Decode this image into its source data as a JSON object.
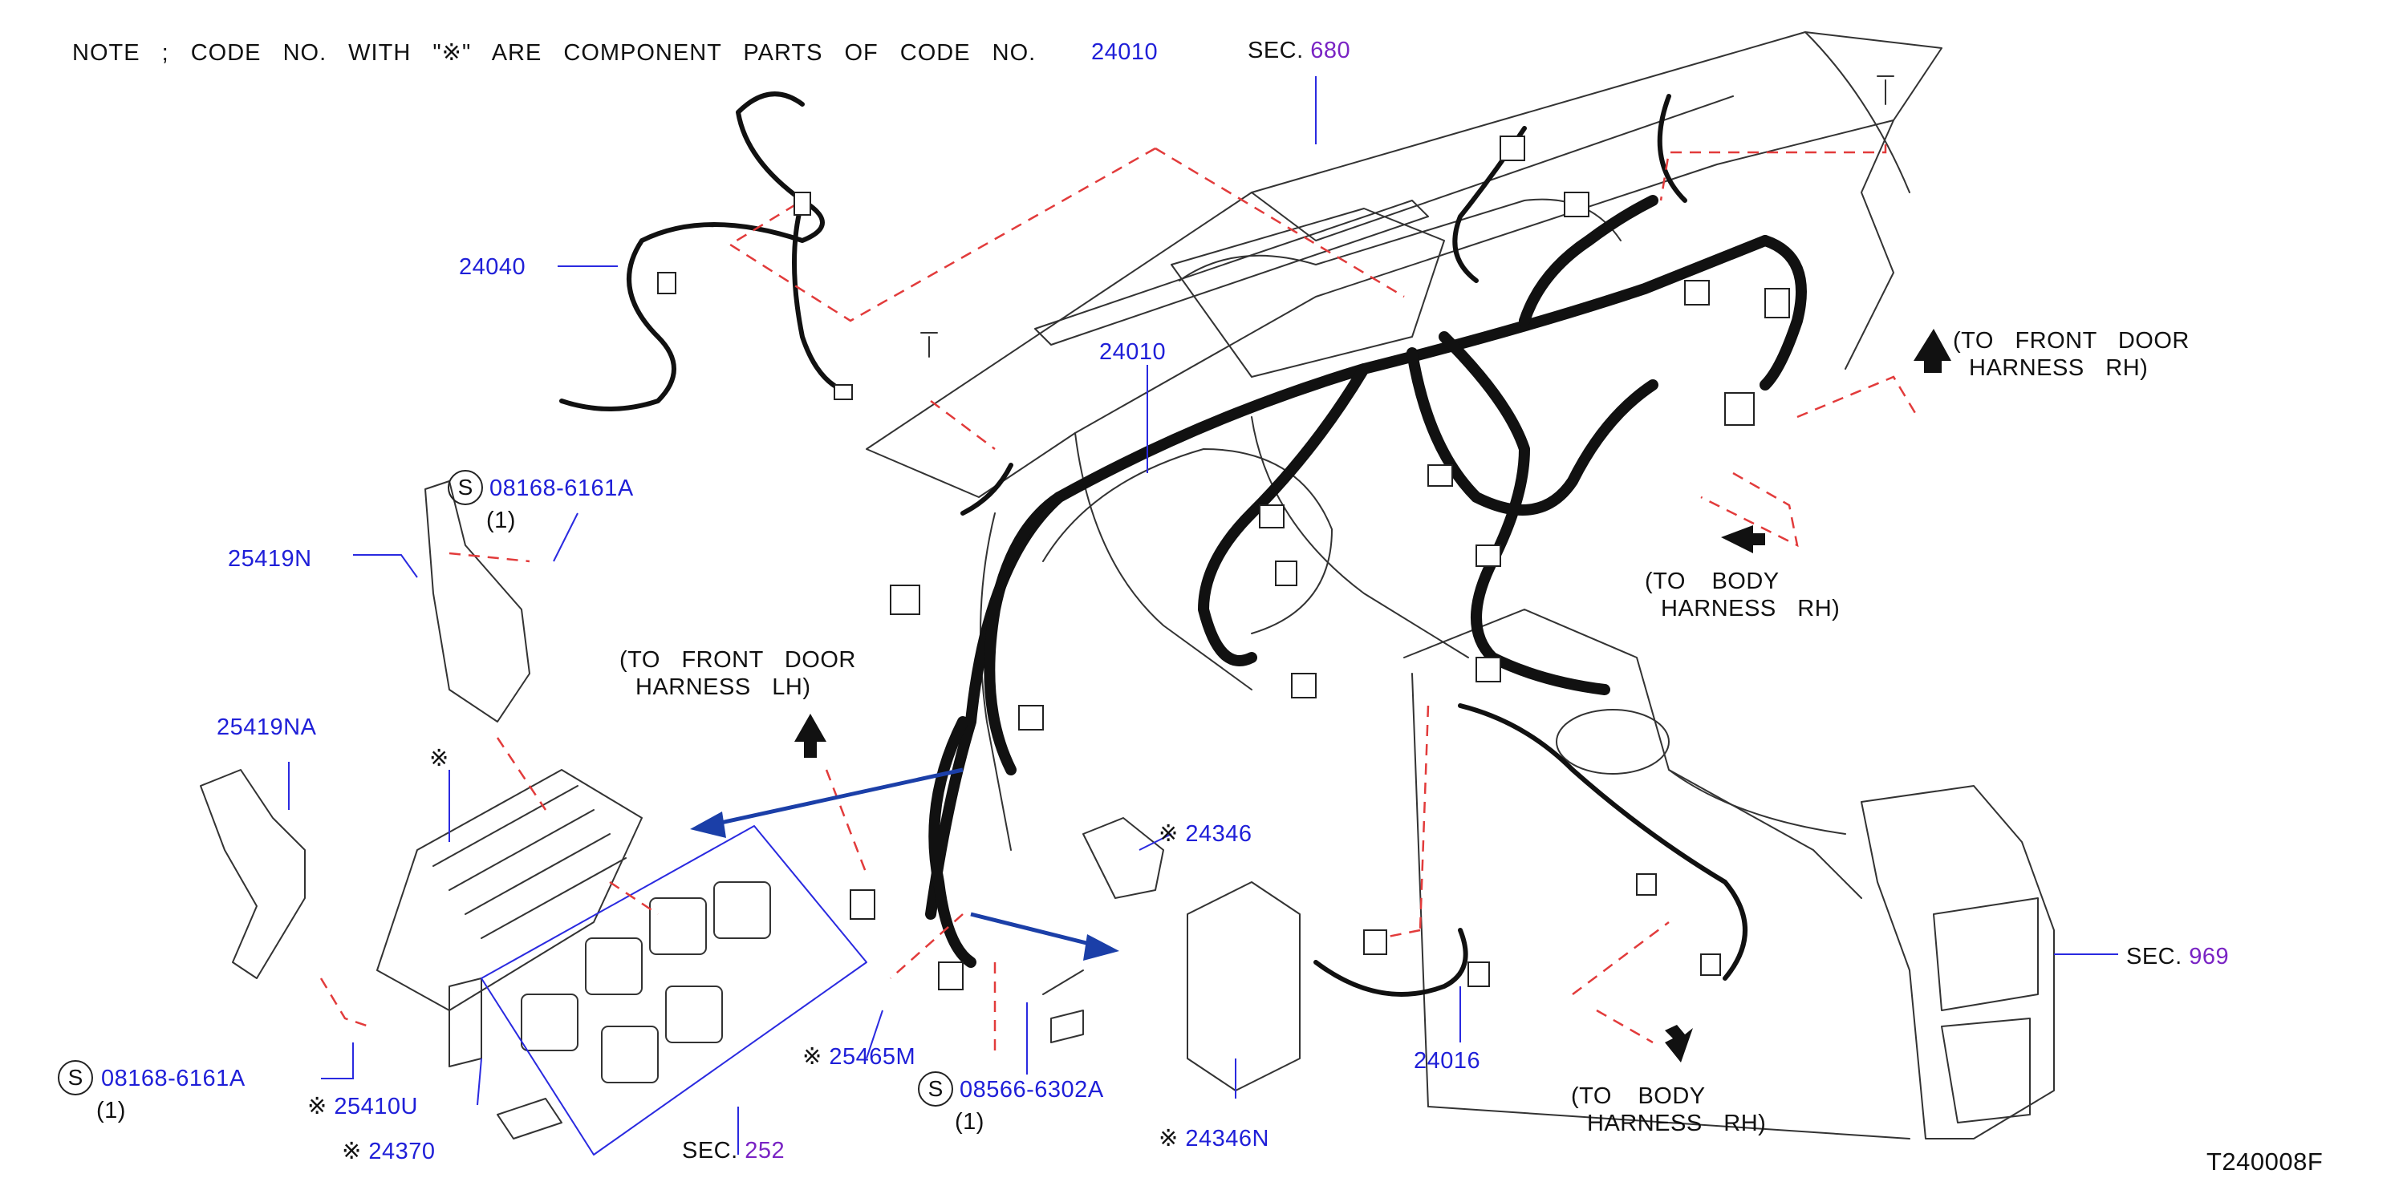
{
  "note": {
    "prefix": "NOTE ; CODE NO. WITH \"",
    "mark": "※",
    "suffix": "\" ARE COMPONENT PARTS OF CODE NO.",
    "code": "24010"
  },
  "drawing_id": "T240008F",
  "sections": [
    {
      "prefix": "SEC.",
      "number": "680"
    },
    {
      "prefix": "SEC.",
      "number": "252"
    },
    {
      "prefix": "SEC.",
      "number": "969"
    }
  ],
  "parts": {
    "p24040": "24040",
    "p24010": "24010",
    "p25419N": "25419N",
    "p25419NA": "25419NA",
    "p08168_top": "08168-6161A",
    "p08168_top_qty": "(1)",
    "p08168_bot": "08168-6161A",
    "p08168_bot_qty": "(1)",
    "p25410U": "25410U",
    "p24370": "24370",
    "p25465M": "25465M",
    "p08566": "08566-6302A",
    "p08566_qty": "(1)",
    "p24346": "24346",
    "p24346N": "24346N",
    "p24016": "24016"
  },
  "marks": {
    "component": "※",
    "screw": "S"
  },
  "destinations": {
    "front_door_rh_1": "(TO FRONT DOOR",
    "front_door_rh_2": "HARNESS RH)",
    "body_rh_top_1": "(TO BODY",
    "body_rh_top_2": "HARNESS RH)",
    "front_door_lh_1": "(TO FRONT DOOR",
    "front_door_lh_2": "HARNESS LH)",
    "body_rh_bot_1": "(TO BODY",
    "body_rh_bot_2": "HARNESS RH)"
  },
  "colors": {
    "line": "#333333",
    "harness": "#111111",
    "leader": "#2a2ae0",
    "dash": "#e23b3b",
    "arrow_blue": "#1b3fa8",
    "section_number": "#7a24c4"
  }
}
